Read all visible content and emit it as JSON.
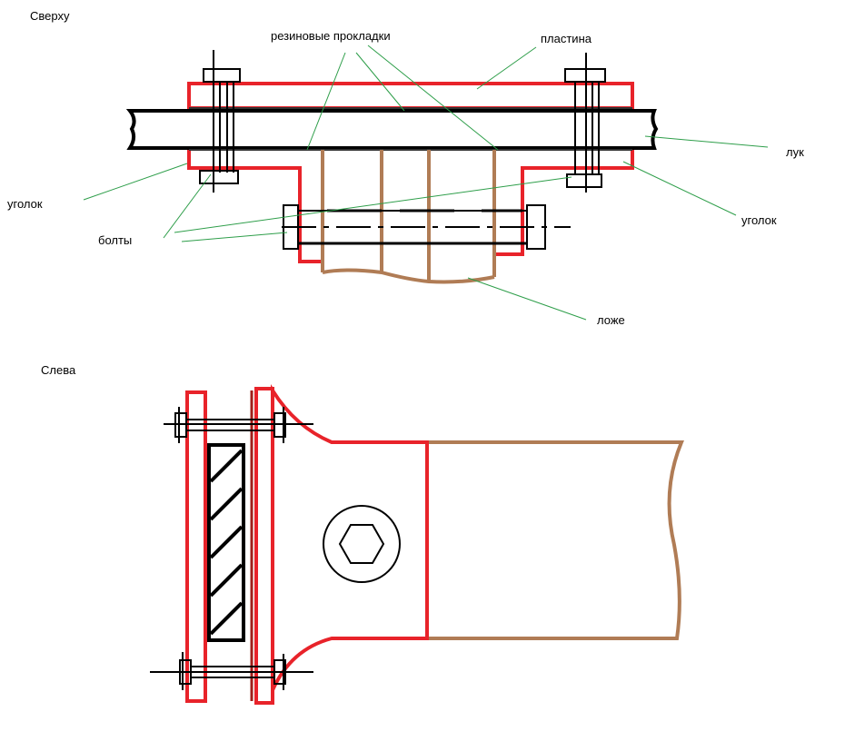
{
  "views": {
    "top_title": "Сверху",
    "left_title": "Слева"
  },
  "labels": {
    "rubber_pads": "резиновые прокладки",
    "plate": "пластина",
    "bow": "лук",
    "angle_left": "уголок",
    "angle_right": "уголок",
    "bolts": "болты",
    "stock": "ложе"
  },
  "colors": {
    "steel": "#e8232a",
    "wood": "#b07c55",
    "line": "#000000",
    "leader": "#2e9e4a"
  }
}
